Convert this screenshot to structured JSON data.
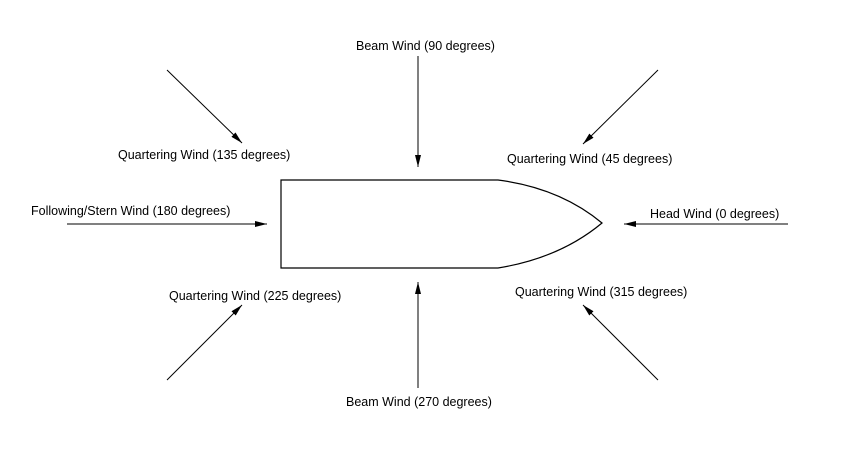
{
  "labels": {
    "beam_90": "Beam Wind (90 degrees)",
    "quartering_135": "Quartering Wind (135 degrees)",
    "quartering_45": "Quartering Wind (45 degrees)",
    "stern_180": "Following/Stern Wind (180 degrees)",
    "head_0": "Head Wind (0 degrees)",
    "quartering_225": "Quartering Wind (225 degrees)",
    "quartering_315": "Quartering Wind (315 degrees)",
    "beam_270": "Beam Wind (270 degrees)"
  },
  "colors": {
    "stroke": "#000000",
    "background": "#ffffff"
  }
}
